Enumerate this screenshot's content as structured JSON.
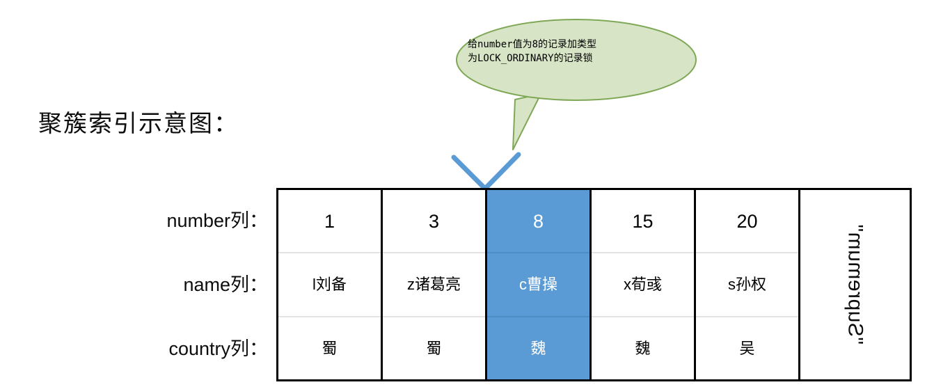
{
  "diagram": {
    "title": "聚簇索引示意图：",
    "accent_blue": "#5B9BD5",
    "bubble_fill": "#D7E4C5",
    "bubble_stroke": "#7FA856",
    "border_color": "#000000",
    "row_divider_color": "#E3E3E6"
  },
  "callout": {
    "line1": "给number值为8的记录加类型",
    "line2": "为LOCK_ORDINARY的记录锁"
  },
  "row_labels": {
    "number": "number列：",
    "name": "name列：",
    "country": "country列："
  },
  "table": {
    "rows": [
      "number列",
      "name列",
      "country列"
    ],
    "columns": [
      {
        "number": "1",
        "name": "l刘备",
        "country": "蜀",
        "highlighted": false
      },
      {
        "number": "3",
        "name": "z诸葛亮",
        "country": "蜀",
        "highlighted": false
      },
      {
        "number": "8",
        "name": "c曹操",
        "country": "魏",
        "highlighted": true
      },
      {
        "number": "15",
        "name": "x荀彧",
        "country": "魏",
        "highlighted": false
      },
      {
        "number": "20",
        "name": "s孙权",
        "country": "吴",
        "highlighted": false
      }
    ],
    "supremum": "\"Supremum\""
  }
}
